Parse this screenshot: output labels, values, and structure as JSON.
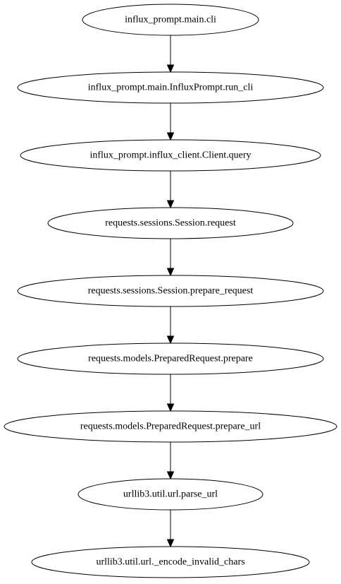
{
  "graph": {
    "nodes": [
      {
        "id": "n1",
        "label": "influx_prompt.main.cli"
      },
      {
        "id": "n2",
        "label": "influx_prompt.main.InfluxPrompt.run_cli"
      },
      {
        "id": "n3",
        "label": "influx_prompt.influx_client.Client.query"
      },
      {
        "id": "n4",
        "label": "requests.sessions.Session.request"
      },
      {
        "id": "n5",
        "label": "requests.sessions.Session.prepare_request"
      },
      {
        "id": "n6",
        "label": "requests.models.PreparedRequest.prepare"
      },
      {
        "id": "n7",
        "label": "requests.models.PreparedRequest.prepare_url"
      },
      {
        "id": "n8",
        "label": "urllib3.util.url.parse_url"
      },
      {
        "id": "n9",
        "label": "urllib3.util.url._encode_invalid_chars"
      }
    ],
    "edges": [
      {
        "from": "n1",
        "to": "n2"
      },
      {
        "from": "n2",
        "to": "n3"
      },
      {
        "from": "n3",
        "to": "n4"
      },
      {
        "from": "n4",
        "to": "n5"
      },
      {
        "from": "n5",
        "to": "n6"
      },
      {
        "from": "n6",
        "to": "n7"
      },
      {
        "from": "n7",
        "to": "n8"
      },
      {
        "from": "n8",
        "to": "n9"
      }
    ]
  }
}
